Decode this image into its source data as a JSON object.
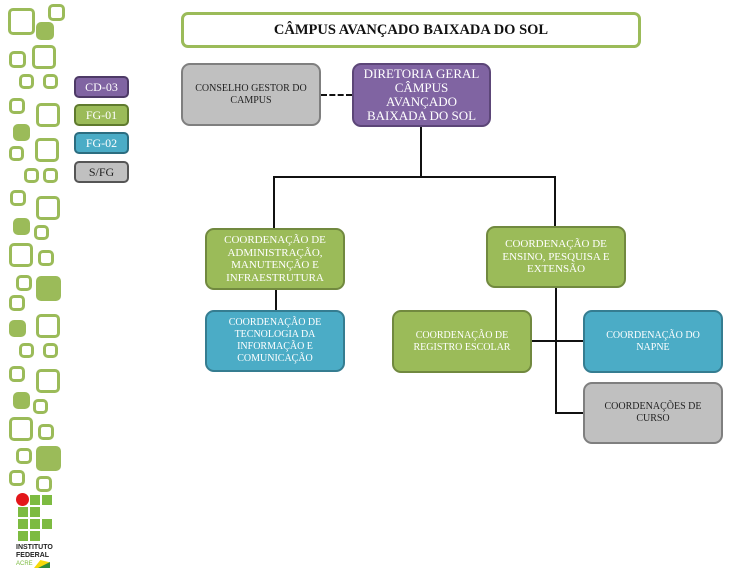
{
  "title": "CÂMPUS AVANÇADO BAIXADA DO SOL",
  "legend": [
    {
      "code": "CD-03",
      "color": "#8064a2"
    },
    {
      "code": "FG-01",
      "color": "#9bbb59"
    },
    {
      "code": "FG-02",
      "color": "#4bacc6"
    },
    {
      "code": "S/FG",
      "color": "#c0c0c0"
    }
  ],
  "nodes": {
    "conselho": {
      "label": "CONSELHO GESTOR DO CAMPUS",
      "level": "S/FG"
    },
    "diretoria": {
      "label": "DIRETORIA GERAL CÂMPUS AVANÇADO BAIXADA DO SOL",
      "level": "CD-03"
    },
    "administracao": {
      "label": "COORDENAÇÃO DE ADMINISTRAÇÃO, MANUTENÇÃO E INFRAESTRUTURA",
      "level": "FG-01"
    },
    "tecnologia": {
      "label": "COORDENAÇÃO DE TECNOLOGIA DA INFORMAÇÃO E COMUNICAÇÃO",
      "level": "FG-02"
    },
    "ensino": {
      "label": "COORDENAÇÃO DE ENSINO, PESQUISA E EXTENSÃO",
      "level": "FG-01"
    },
    "registro": {
      "label": "COORDENAÇÃO DE REGISTRO ESCOLAR",
      "level": "FG-01"
    },
    "napne": {
      "label": "COORDENAÇÃO DO NAPNE",
      "level": "FG-02"
    },
    "cursos": {
      "label": "COORDENAÇÕES DE CURSO",
      "level": "S/FG"
    }
  },
  "edges": [
    {
      "from": "conselho",
      "to": "diretoria",
      "style": "dashed"
    },
    {
      "from": "diretoria",
      "to": "administracao",
      "style": "solid"
    },
    {
      "from": "diretoria",
      "to": "ensino",
      "style": "solid"
    },
    {
      "from": "administracao",
      "to": "tecnologia",
      "style": "solid"
    },
    {
      "from": "ensino",
      "to": "registro",
      "style": "solid"
    },
    {
      "from": "ensino",
      "to": "napne",
      "style": "solid"
    },
    {
      "from": "ensino",
      "to": "cursos",
      "style": "solid"
    }
  ],
  "logo": {
    "line1": "INSTITUTO",
    "line2": "FEDERAL",
    "line3": "ACRE"
  }
}
